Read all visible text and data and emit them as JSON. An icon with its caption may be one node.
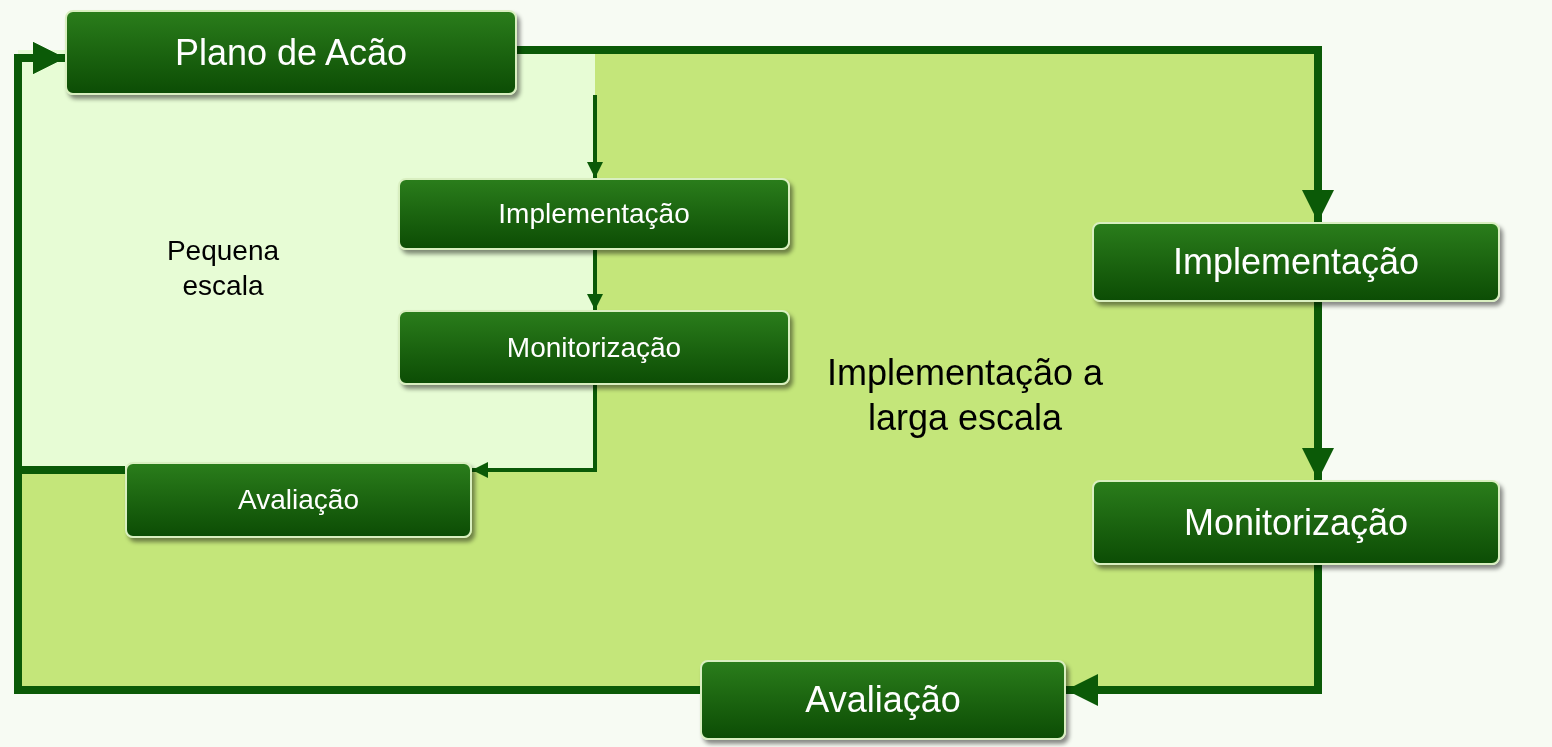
{
  "diagram": {
    "nodes": [
      {
        "text": [
          "Plano de Acão"
        ]
      },
      {
        "text": [
          "Implementação"
        ]
      },
      {
        "text": [
          "Monitorização"
        ]
      },
      {
        "text": [
          "Avaliação"
        ]
      },
      {
        "text": [
          "Implementação"
        ]
      },
      {
        "text": [
          "Monitorização"
        ]
      },
      {
        "text": [
          "Avaliação"
        ]
      }
    ],
    "edges": [
      {
        "from": 0,
        "to": 1,
        "arrow": "to"
      },
      {
        "from": 1,
        "to": 2,
        "arrow": "to"
      },
      {
        "from": 2,
        "to": 3,
        "arrow": "to"
      },
      {
        "from": 3,
        "to": 0,
        "arrow": "to"
      },
      {
        "from": 0,
        "to": 4,
        "arrow": "to"
      },
      {
        "from": 4,
        "to": 5,
        "arrow": "to"
      },
      {
        "from": 5,
        "to": 6,
        "arrow": "to"
      },
      {
        "from": 6,
        "to": 0,
        "arrow": "to"
      }
    ],
    "labels": [
      "Pequena escala",
      "Implementação a larga escala"
    ]
  }
}
